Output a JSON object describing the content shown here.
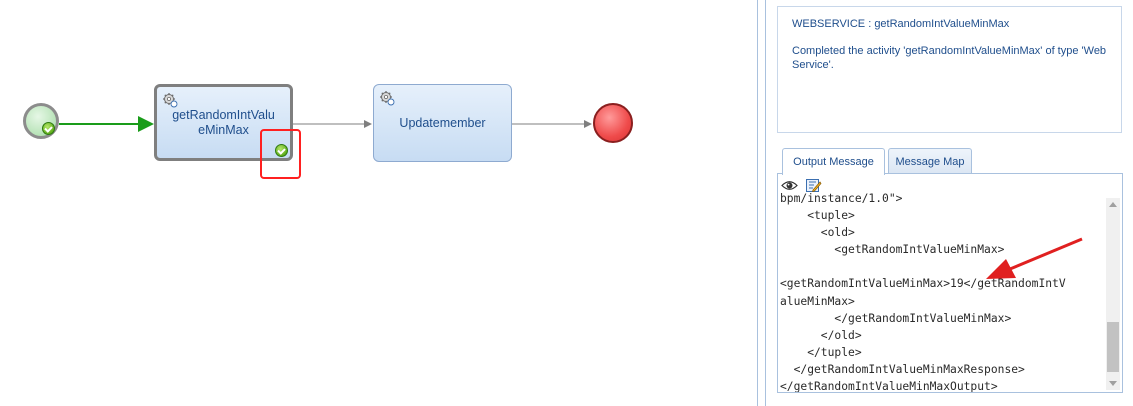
{
  "process": {
    "task1_label": "getRandomIntValueMinMax",
    "task2_label": "Updatemember"
  },
  "colors": {
    "sequence_flow_completed": "#1a9c1a",
    "sequence_flow": "#7f7f7f",
    "highlight": "#ff2020",
    "text_blue": "#1f4e8c"
  },
  "details": {
    "title": "WEBSERVICE : getRandomIntValueMinMax",
    "description": "Completed the activity 'getRandomIntValueMinMax' of type 'Web Service'."
  },
  "tabs": {
    "output": "Output Message",
    "map": "Message Map"
  },
  "toolbar": {
    "view_icon": "eye-icon",
    "edit_icon": "edit-icon"
  },
  "xml_lines": [
    "bpm/instance/1.0\">",
    "    <tuple>",
    "      <old>",
    "        <getRandomIntValueMinMax>",
    "",
    "<getRandomIntValueMinMax>19</getRandomIntV",
    "alueMinMax>",
    "        </getRandomIntValueMinMax>",
    "      </old>",
    "    </tuple>",
    "  </getRandomIntValueMinMaxResponse>",
    "</getRandomIntValueMinMaxOutput>"
  ]
}
